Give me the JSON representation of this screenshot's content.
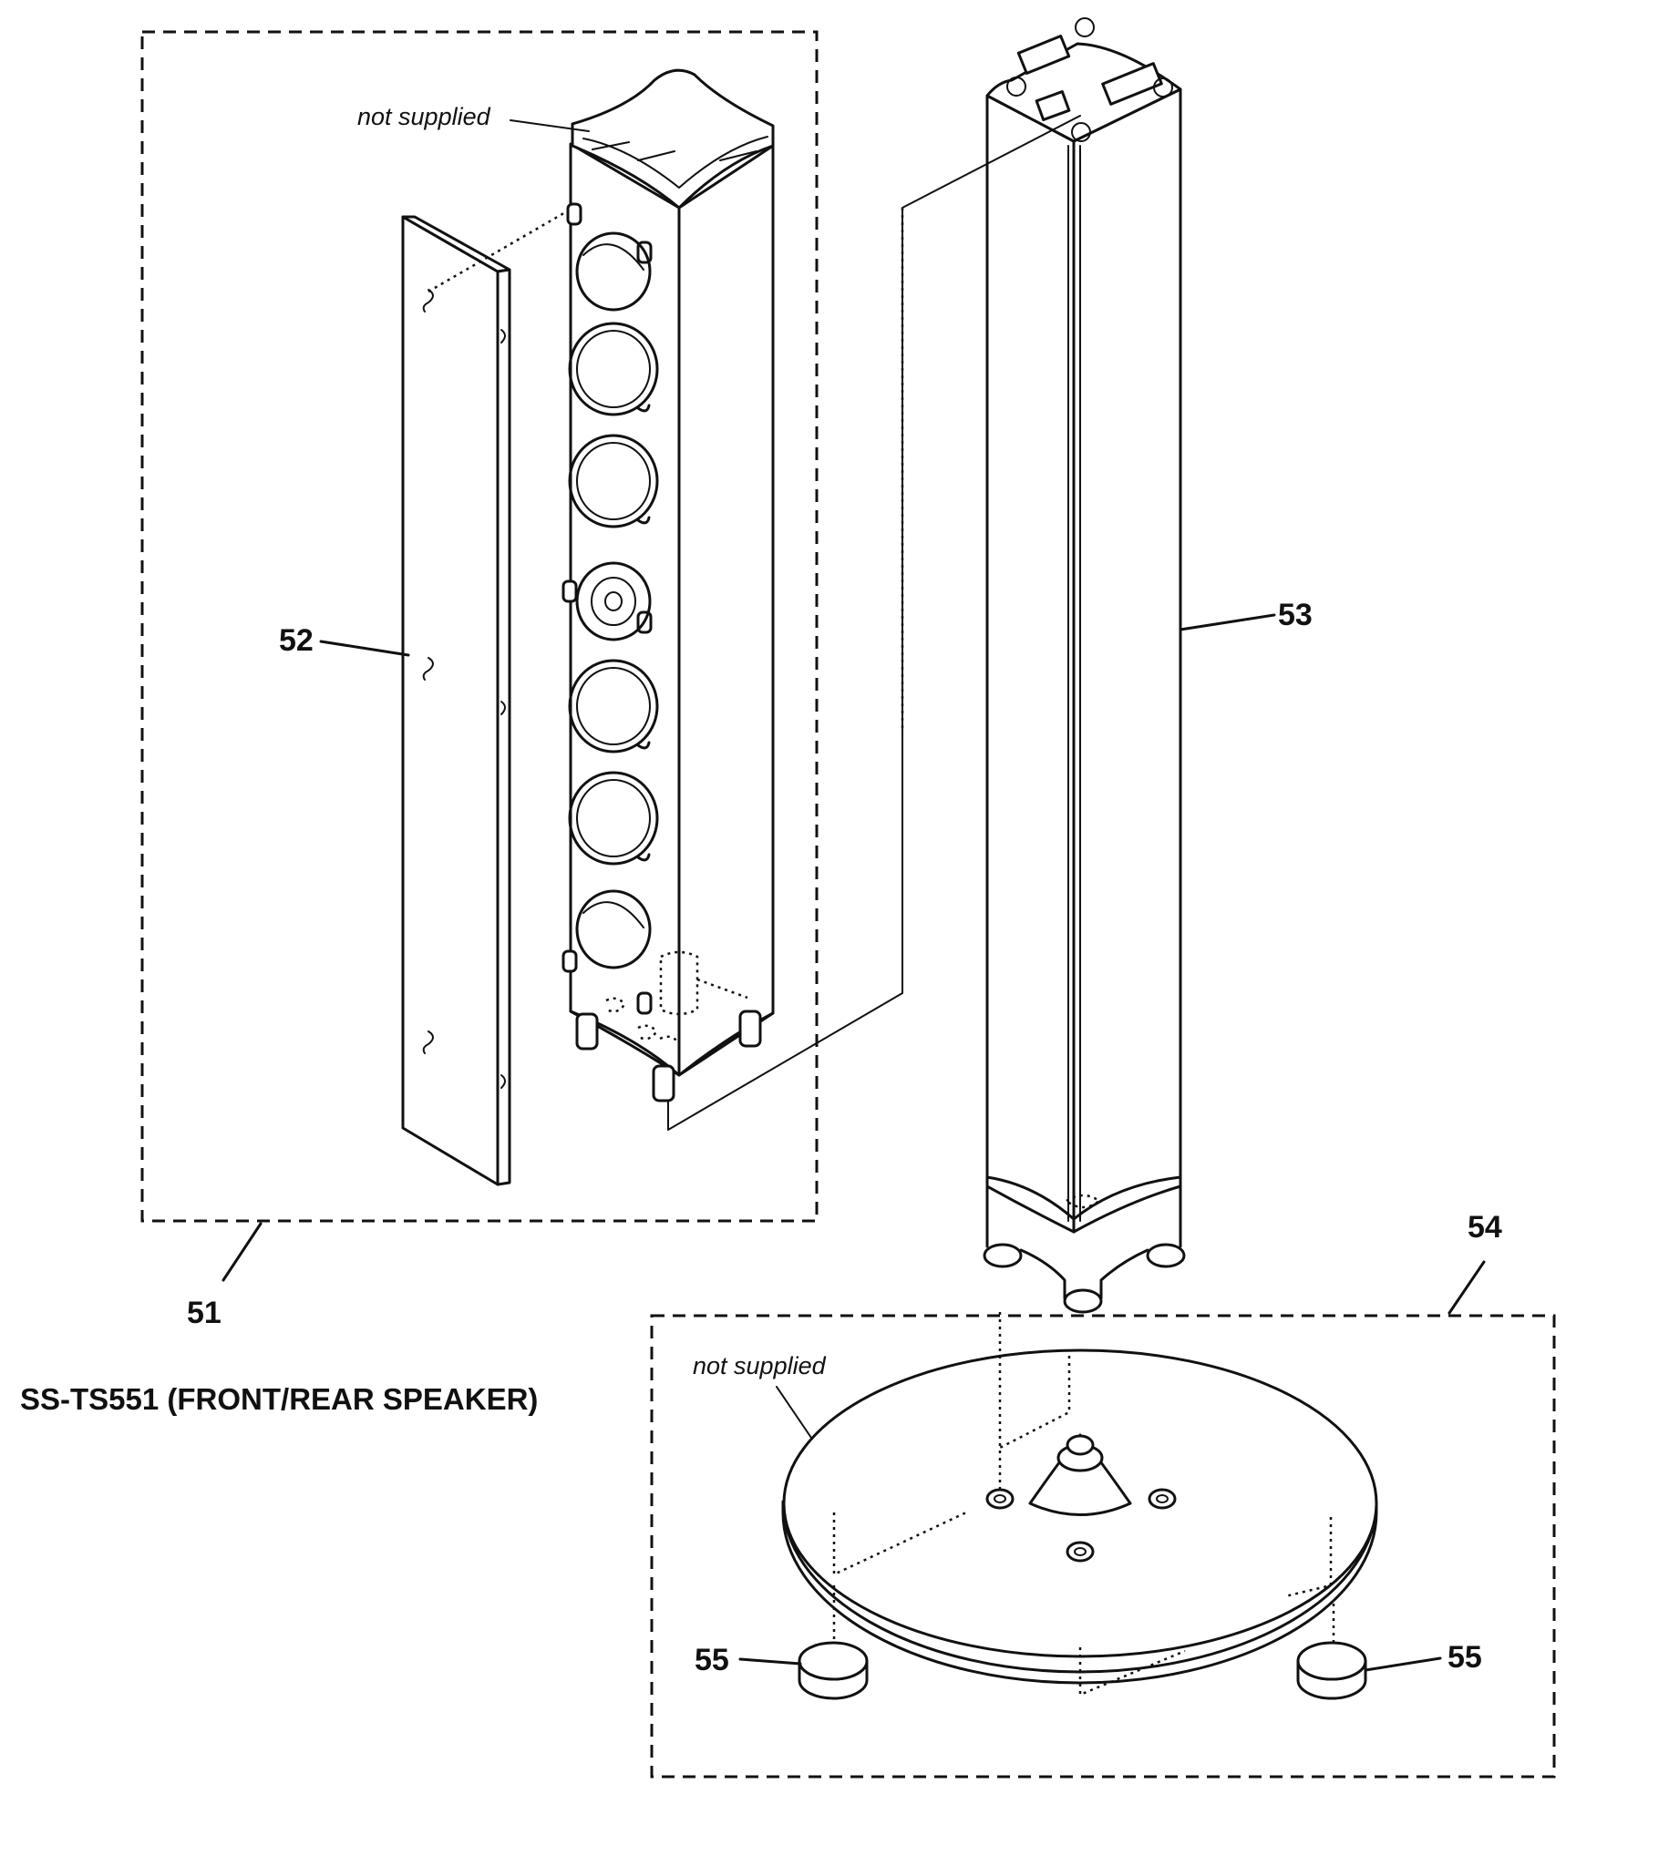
{
  "diagram": {
    "title": "SS-TS551 (FRONT/REAR  SPEAKER)",
    "notes": {
      "top": "not supplied",
      "stand": "not supplied"
    },
    "callouts": {
      "group_speaker": "51",
      "grille": "52",
      "pole": "53",
      "stand_group": "54",
      "foot_left": "55",
      "foot_right": "55"
    }
  }
}
